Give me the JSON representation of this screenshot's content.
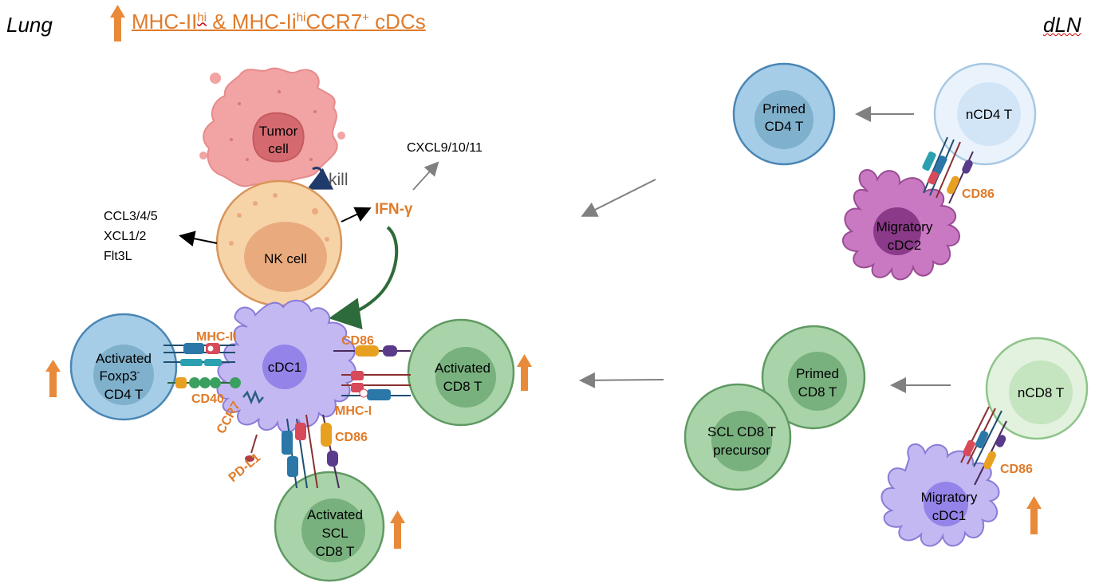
{
  "header": {
    "lung": "Lung",
    "dln": "dLN",
    "title_part1": "MHC-II",
    "title_sup1": "hi",
    "title_part2": " & MHC-Ii",
    "title_sup2": "hi",
    "title_part3": "CCR7",
    "title_sup3": "+",
    "title_part4": " cDCs"
  },
  "cells": {
    "tumor": "Tumor cell",
    "kill": "kill",
    "nk": "NK cell",
    "cdc1": "cDC1",
    "treg_line1": "Activated",
    "treg_line2": "Foxp3",
    "treg_sup": "-",
    "treg_line3": "CD4 T",
    "cd8_line1": "Activated",
    "cd8_line2": "CD8 T",
    "scl_line1": "Activated",
    "scl_line2": "SCL",
    "scl_line3": "CD8 T",
    "primed_cd4_line1": "Primed",
    "primed_cd4_line2": "CD4 T",
    "ncd4": "nCD4 T",
    "mig_cdc2_line1": "Migratory",
    "mig_cdc2_line2": "cDC2",
    "primed_cd8_line1": "Primed",
    "primed_cd8_line2": "CD8 T",
    "scl_prec_line1": "SCL CD8 T",
    "scl_prec_line2": "precursor",
    "ncd8": "nCD8 T",
    "mig_cdc1_line1": "Migratory",
    "mig_cdc1_line2": "cDC1"
  },
  "labels": {
    "ifng": "IFN-γ",
    "cxcl": "CXCL9/10/11",
    "ccl_line1": "CCL3/4/5",
    "ccl_line2": "XCL1/2",
    "ccl_line3": "Flt3L",
    "mhc_ii": "MHC-II",
    "cd86_a": "CD86",
    "cd40": "CD40",
    "ccr7": "CCR7",
    "mhc_i": "MHC-I",
    "cd86_b": "CD86",
    "pdl1": "PD-L1",
    "cd86_c": "CD86",
    "cd86_d": "CD86"
  },
  "colors": {
    "orange": "#e07b2a",
    "arrow_gray": "#808080"
  }
}
